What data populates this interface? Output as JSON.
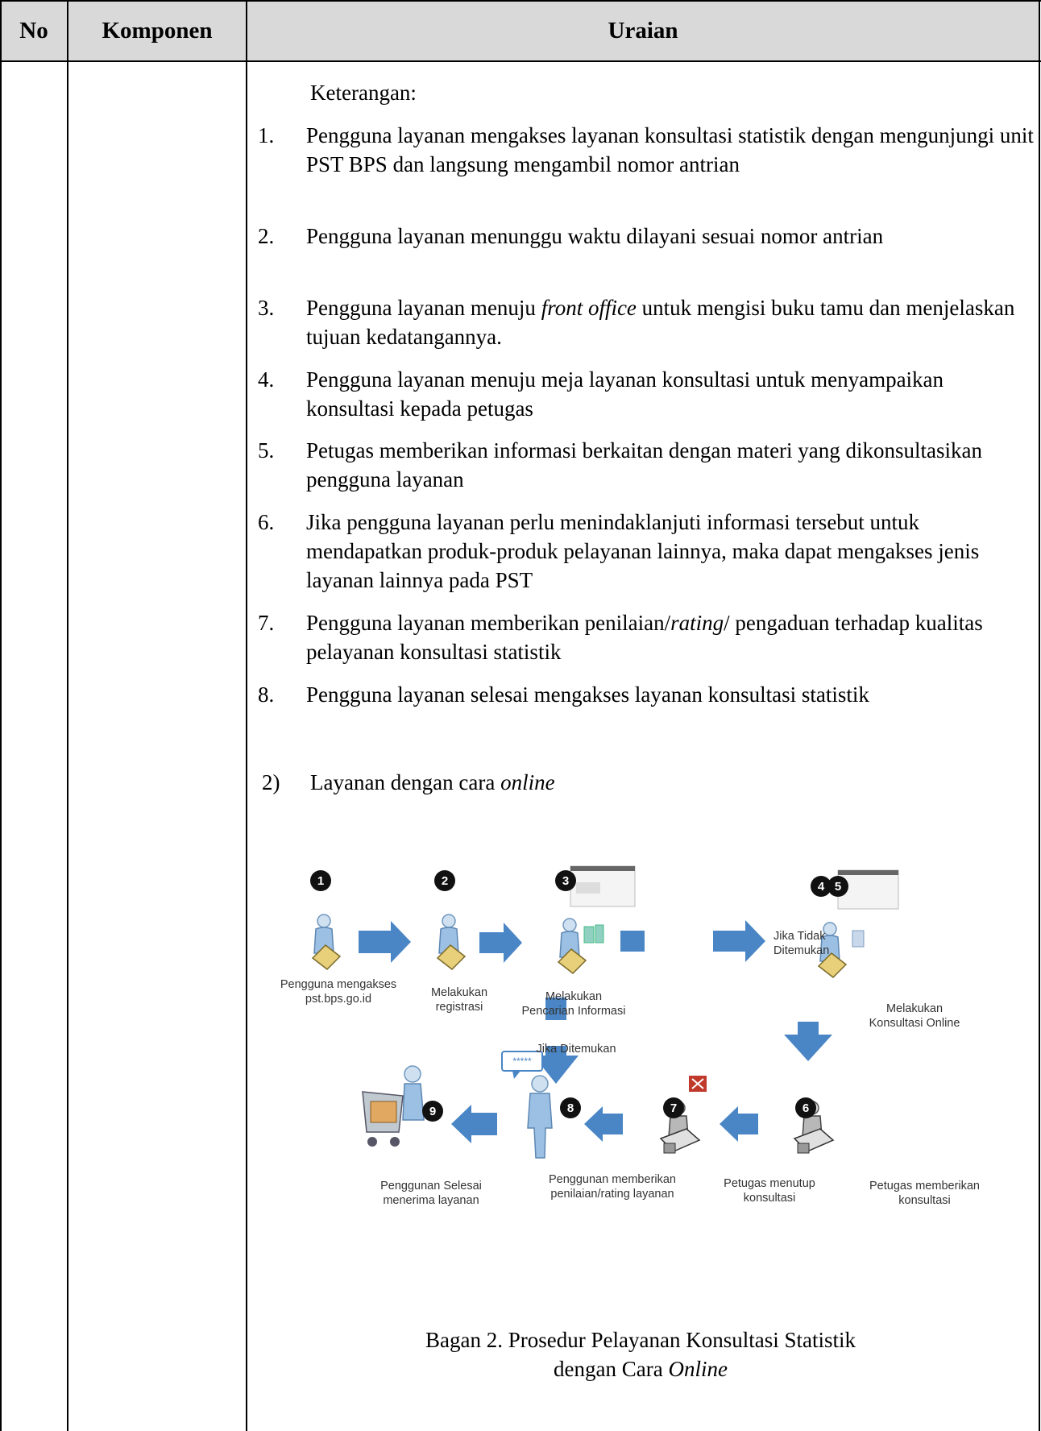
{
  "table": {
    "headers": {
      "no": "No",
      "komponen": "Komponen",
      "uraian": "Uraian"
    }
  },
  "keterangan": {
    "title": "Keterangan:",
    "items": [
      {
        "num": "1.",
        "text": "Pengguna layanan mengakses layanan konsultasi statistik dengan mengunjungi unit PST BPS dan langsung mengambil nomor antrian"
      },
      {
        "num": "2.",
        "text": "Pengguna layanan menunggu waktu dilayani sesuai nomor antrian"
      },
      {
        "num": "3.",
        "pre": "Pengguna layanan menuju ",
        "em": "front office",
        "post": " untuk mengisi buku tamu dan menjelaskan tujuan kedatangannya."
      },
      {
        "num": "4.",
        "text": "Pengguna layanan menuju meja layanan konsultasi untuk menyampaikan konsultasi kepada petugas"
      },
      {
        "num": "5.",
        "text": "Petugas memberikan informasi berkaitan dengan materi yang dikonsultasikan pengguna layanan"
      },
      {
        "num": "6.",
        "text": "Jika pengguna layanan perlu menindaklanjuti informasi tersebut untuk mendapatkan produk-produk pelayanan lainnya, maka dapat mengakses jenis layanan lainnya pada PST"
      },
      {
        "num": "7.",
        "pre": "Pengguna layanan memberikan penilaian/",
        "em": "rating",
        "post": "/ pengaduan terhadap kualitas pelayanan konsultasi statistik"
      },
      {
        "num": "8.",
        "text": "Pengguna layanan selesai mengakses layanan konsultasi statistik"
      }
    ]
  },
  "section2": {
    "num": "2)",
    "pre": "Layanan dengan cara ",
    "em": "online"
  },
  "diagram": {
    "step_numbers": [
      "1",
      "2",
      "3",
      "4",
      "5",
      "6",
      "7",
      "8",
      "9"
    ],
    "labels": {
      "s1a": "Pengguna mengakses",
      "s1b": "pst.bps.go.id",
      "s2a": "Melakukan",
      "s2b": "registrasi",
      "s3a": "Melakukan",
      "s3b": "Pencarian Informasi",
      "s45a": "Melakukan",
      "s45b": "Konsultasi Online",
      "notfound_a": "Jika Tidak",
      "notfound_b": "Ditemukan",
      "found": "Jika Ditemukan",
      "s6a": "Petugas memberikan",
      "s6b": "konsultasi",
      "s7a": "Petugas menutup",
      "s7b": "konsultasi",
      "s8a": "Penggunan memberikan",
      "s8b": "penilaian/rating layanan",
      "s9a": "Penggunan Selesai",
      "s9b": "menerima layanan",
      "stars": "*****"
    },
    "colors": {
      "arrow": "#4a86c5",
      "badge": "#111111",
      "figure": "#8cb3d9"
    }
  },
  "caption": {
    "line1": "Bagan 2. Prosedur Pelayanan Konsultasi Statistik",
    "line2_pre": "dengan Cara ",
    "line2_em": "Online"
  }
}
